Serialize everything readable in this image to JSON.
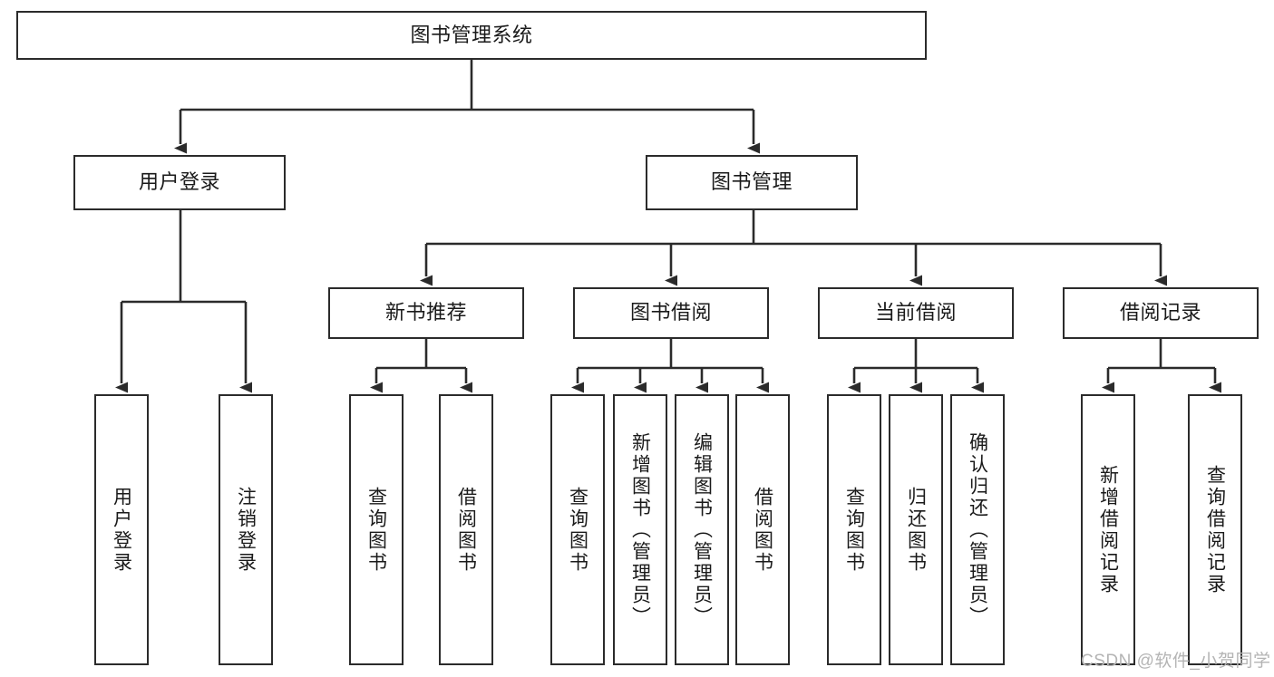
{
  "diagram": {
    "type": "tree-hierarchy",
    "title": "图书管理系统",
    "orientation": "top-down",
    "colors": {
      "box_border": "#2b2b2b",
      "box_fill": "#ffffff",
      "connector": "#2b2b2b",
      "text": "#1a1a1a",
      "watermark": "#b4b4b4",
      "background": "#ffffff"
    },
    "root": {
      "label": "图书管理系统"
    },
    "level1": [
      {
        "id": "user-login",
        "label": "用户登录"
      },
      {
        "id": "book-management",
        "label": "图书管理"
      }
    ],
    "level2": [
      {
        "id": "new-book-recommend",
        "label": "新书推荐",
        "parent": "book-management"
      },
      {
        "id": "book-borrow",
        "label": "图书借阅",
        "parent": "book-management"
      },
      {
        "id": "current-borrow",
        "label": "当前借阅",
        "parent": "book-management"
      },
      {
        "id": "borrow-record",
        "label": "借阅记录",
        "parent": "book-management"
      }
    ],
    "leaves": {
      "user-login": [
        {
          "id": "leaf-user-login",
          "label": "用户登录"
        },
        {
          "id": "leaf-logout-login",
          "label": "注销登录"
        }
      ],
      "new-book-recommend": [
        {
          "id": "leaf-query-book-1",
          "label": "查询图书"
        },
        {
          "id": "leaf-borrow-book-1",
          "label": "借阅图书"
        }
      ],
      "book-borrow": [
        {
          "id": "leaf-query-book-2",
          "label": "查询图书"
        },
        {
          "id": "leaf-add-book-admin",
          "label": "新增图书（管理员）"
        },
        {
          "id": "leaf-edit-book-admin",
          "label": "编辑图书（管理员）"
        },
        {
          "id": "leaf-borrow-book-2",
          "label": "借阅图书"
        }
      ],
      "current-borrow": [
        {
          "id": "leaf-query-book-3",
          "label": "查询图书"
        },
        {
          "id": "leaf-return-book",
          "label": "归还图书"
        },
        {
          "id": "leaf-confirm-return-admin",
          "label": "确认归还（管理员）"
        }
      ],
      "borrow-record": [
        {
          "id": "leaf-add-borrow-record",
          "label": "新增借阅记录"
        },
        {
          "id": "leaf-query-borrow-record",
          "label": "查询借阅记录"
        }
      ]
    }
  },
  "watermark": {
    "text": "CSDN @软件_小贺同学"
  }
}
